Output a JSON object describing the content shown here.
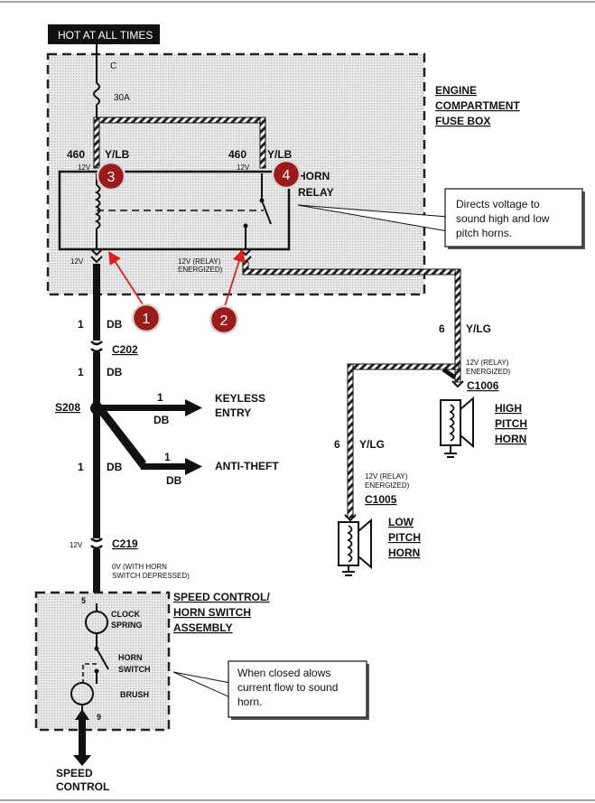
{
  "header": {
    "text": "HOT AT ALL TIMES"
  },
  "fuse": {
    "circuit": "C",
    "rating": "30A"
  },
  "fusebox": {
    "label": [
      "ENGINE",
      "COMPARTMENT",
      "FUSE BOX"
    ]
  },
  "relay": {
    "left_circuit": "460",
    "left_wire": "Y/LB",
    "left_voltage": "12V",
    "right_circuit": "460",
    "right_wire": "Y/LB",
    "right_voltage": "12V",
    "label": [
      "HORN",
      "RELAY"
    ],
    "bottom_left_voltage": "12V",
    "energized_note": [
      "12V (RELAY)",
      "ENERGIZED)"
    ]
  },
  "callout_relay": {
    "lines": [
      "Directs voltage to",
      "sound high and low",
      "pitch horns."
    ]
  },
  "markers": [
    "1",
    "2",
    "3",
    "4"
  ],
  "main_wire": {
    "seg1_circuit": "1",
    "seg1_color": "DB",
    "c202": "C202",
    "seg2_circuit": "1",
    "seg2_color": "DB",
    "s208": "S208",
    "seg3_circuit": "1",
    "seg3_color": "DB",
    "c219_voltage": "12V",
    "c219": "C219",
    "depressed_note": [
      "0V (WITH HORN",
      "SWITCH DEPRESSED)"
    ]
  },
  "branches": {
    "keyless_circuit": "1",
    "keyless_color": "DB",
    "keyless_label": [
      "KEYLESS",
      "ENTRY"
    ],
    "antitheft_circuit": "1",
    "antitheft_color": "DB",
    "antitheft_label": "ANTI-THEFT"
  },
  "horn_wires": {
    "high_circuit": "6",
    "high_color": "Y/LG",
    "high_note": [
      "12V (RELAY)",
      "ENERGIZED)"
    ],
    "high_connector": "C1006",
    "high_label": [
      "HIGH",
      "PITCH",
      "HORN"
    ],
    "low_circuit": "6",
    "low_color": "Y/LG",
    "low_note": [
      "12V (RELAY)",
      "ENERGIZED)"
    ],
    "low_connector": "C1005",
    "low_label": [
      "LOW",
      "PITCH",
      "HORN"
    ]
  },
  "speed_assembly": {
    "label": [
      "SPEED CONTROL/",
      "HORN SWITCH",
      "ASSEMBLY"
    ],
    "pin_top": "5",
    "pin_bottom": "9",
    "clock_spring": [
      "CLOCK",
      "SPRING"
    ],
    "horn_switch": [
      "HORN",
      "SWITCH"
    ],
    "brush": "BRUSH"
  },
  "callout_switch": {
    "lines": [
      "When closed alows",
      "current flow to sound",
      "horn."
    ]
  },
  "footer": {
    "label": [
      "SPEED",
      "CONTROL"
    ]
  },
  "colors": {
    "wire": "#111111",
    "marker": "#9b1b1b",
    "marker_ring": "#d8d8d8",
    "shade": "#d9d9d9",
    "arrow": "#e02020"
  }
}
